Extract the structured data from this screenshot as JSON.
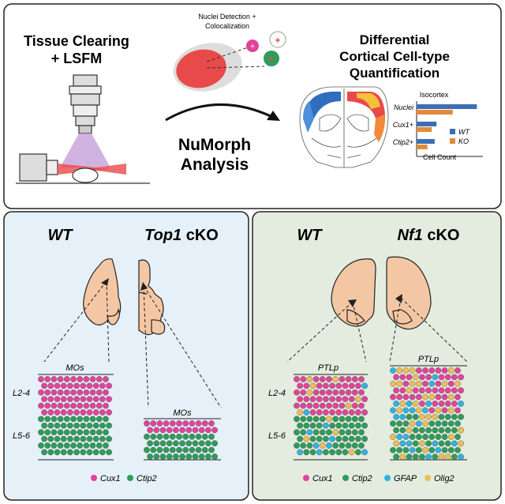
{
  "top": {
    "left_title_line1": "Tissue Clearing",
    "left_title_line2": "+ LSFM",
    "nuclei_line1": "Nuclei Detection +",
    "nuclei_line2": "Colocalization",
    "center_line1": "NuMorph",
    "center_line2": "Analysis",
    "right_title_line1": "Differential",
    "right_title_line2": "Cortical Cell-type",
    "right_title_line3": "Quantification",
    "chart_title": "Isocortex",
    "chart_xlabel": "Cell Count"
  },
  "chart_data": {
    "type": "bar",
    "orientation": "horizontal",
    "title": "Isocortex",
    "xlabel": "Cell Count",
    "ylabel": "",
    "categories": [
      "Nuclei",
      "Cux1+",
      "Ctip2+"
    ],
    "series": [
      {
        "name": "WT",
        "color": "#3a6fb7",
        "values": [
          100,
          33,
          30
        ]
      },
      {
        "name": "KO",
        "color": "#e38a3a",
        "values": [
          60,
          25,
          18
        ]
      }
    ],
    "xlim": [
      0,
      110
    ],
    "legend_position": "right"
  },
  "left_panel": {
    "bg_color": "#e6f0f8",
    "wt_label": "WT",
    "ko_gene": "Top1",
    "ko_suffix": " cKO",
    "region_left": "MOs",
    "region_right": "MOs",
    "layer_upper": "L2-4",
    "layer_lower": "L5-6",
    "legend": [
      {
        "label": "Cux1",
        "color": "#e0449a"
      },
      {
        "label": "Ctip2",
        "color": "#2e9c5a"
      }
    ]
  },
  "right_panel": {
    "bg_color": "#e3ecdf",
    "wt_label": "WT",
    "ko_gene": "Nf1",
    "ko_suffix": " cKO",
    "region_left": "PTLp",
    "region_right": "PTLp",
    "layer_upper": "L2-4",
    "layer_lower": "L5-6",
    "legend": [
      {
        "label": "Cux1",
        "color": "#e0449a"
      },
      {
        "label": "Ctip2",
        "color": "#2e9c5a"
      },
      {
        "label": "GFAP",
        "color": "#2fb3e3"
      },
      {
        "label": "Olig2",
        "color": "#ecbe58"
      }
    ]
  },
  "colors": {
    "cux1": "#e0449a",
    "ctip2": "#2e9c5a",
    "gfap": "#2fb3e3",
    "olig2": "#ecbe58",
    "brain": "#f4c7a4",
    "red": "#e84a4a"
  }
}
